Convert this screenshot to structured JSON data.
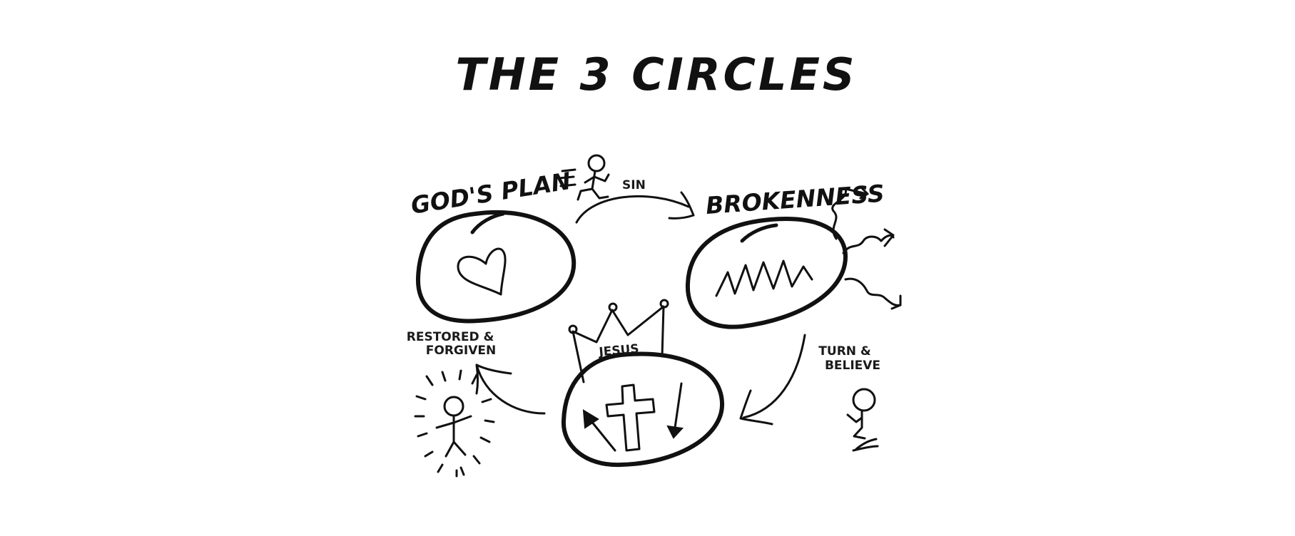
{
  "title": "THE 3 CIRCLES",
  "circles": {
    "gods_plan": {
      "label": "GOD'S PLAN",
      "symbol": "heart-icon"
    },
    "brokenness": {
      "label": "BROKENNESS",
      "symbol": "zigzag-icon"
    },
    "jesus": {
      "label": "JESUS",
      "symbol": "cross-icon"
    }
  },
  "arrows": {
    "sin": "SIN",
    "turn_believe": [
      "TURN &",
      "BELIEVE"
    ],
    "restored_forgiven": [
      "RESTORED &",
      "FORGIVEN"
    ]
  },
  "figures": [
    "running-person-icon",
    "kneeling-person-icon",
    "radiant-person-icon",
    "crown-icon"
  ],
  "colors": {
    "ink": "#111111",
    "background": "#ffffff"
  }
}
